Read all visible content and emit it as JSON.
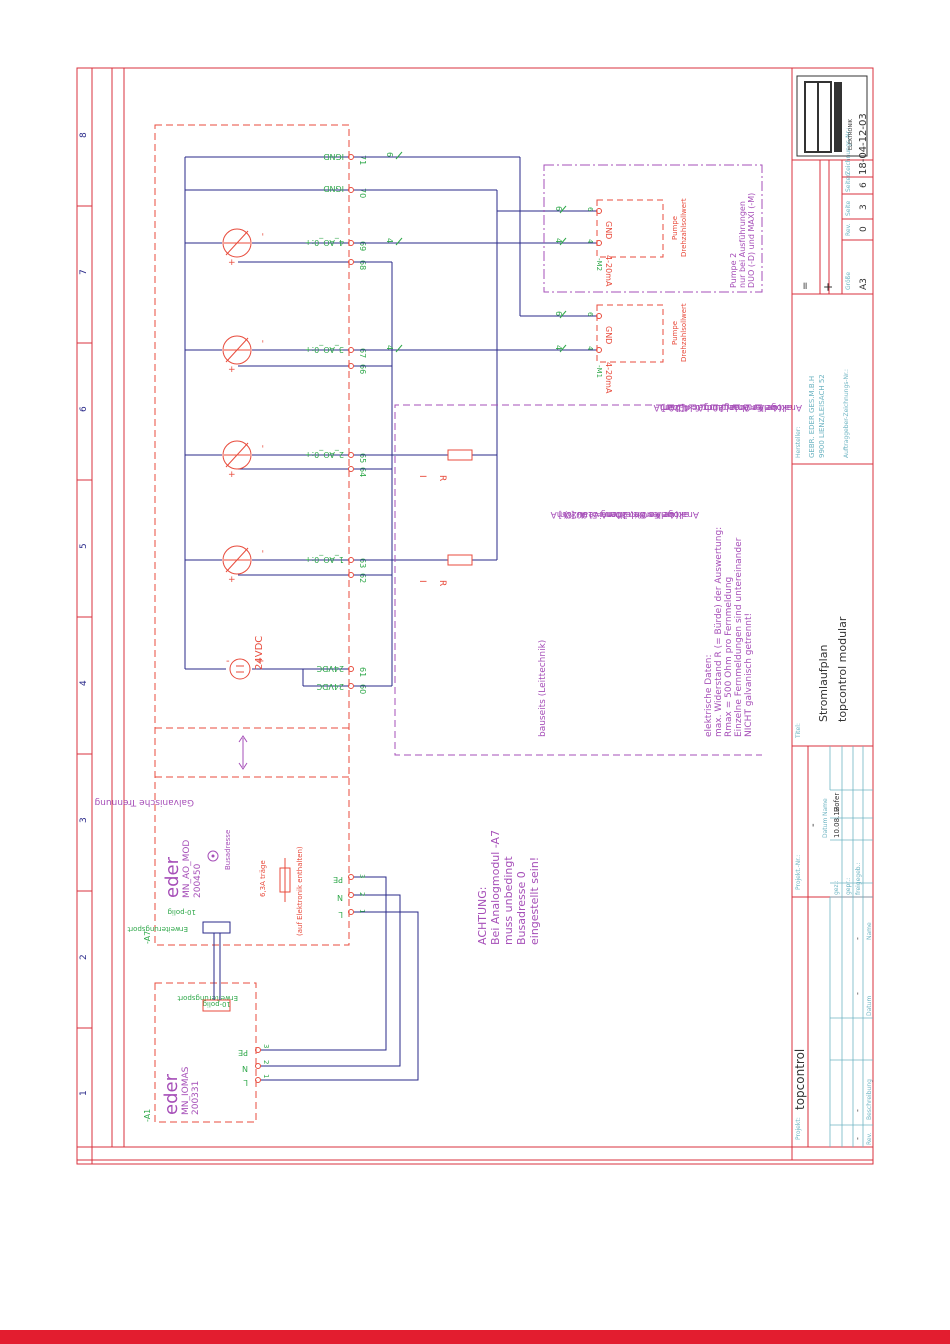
{
  "colors": {
    "border": "#d8323c",
    "module": "#e84b3c",
    "wire": "#2a2a8a",
    "label_green": "#2fa84a",
    "magenta": "#a64fb8",
    "cyan": "#6fb5c3",
    "footer": "#e31d2f"
  },
  "columns": [
    "1",
    "2",
    "3",
    "4",
    "5",
    "6",
    "7",
    "8"
  ],
  "modules": {
    "a1": {
      "ref": "-A1",
      "brand": "eder",
      "model": "MN_IOMAS",
      "number": "200331",
      "port": "Erweiterungsport",
      "port_pins": "10-polig",
      "pins": [
        "L",
        "N",
        "PE"
      ],
      "pin_numbers": [
        "1",
        "2",
        "3"
      ]
    },
    "a7": {
      "ref": "-A7",
      "brand": "eder",
      "model": "MN_AO_MOD",
      "number": "200450",
      "busaddr": "Busadresse",
      "port": "Erweiterungsport",
      "port_pins": "10-polig",
      "fuse": "6,3A träge",
      "fuse_note": "(auf Elektronik enthalten)",
      "pins": [
        "L",
        "N",
        "PE"
      ],
      "pin_numbers": [
        "1",
        "2",
        "3"
      ]
    }
  },
  "separation": "Galvanische Trennung",
  "supply": {
    "label": "24VDC",
    "minus": "-",
    "plus": "+"
  },
  "terminals": [
    {
      "no": "60",
      "label": "24VDC"
    },
    {
      "no": "61",
      "label": "24VDC"
    },
    {
      "no": "62",
      "label": ""
    },
    {
      "no": "63",
      "label": "1_AO_0:+"
    },
    {
      "no": "64",
      "label": ""
    },
    {
      "no": "65",
      "label": "2_AO_0:+"
    },
    {
      "no": "66",
      "label": ""
    },
    {
      "no": "67",
      "label": "3_AO_0:+"
    },
    {
      "no": "68",
      "label": ""
    },
    {
      "no": "69",
      "label": "4_AO_0:+"
    },
    {
      "no": "70",
      "label": "IGND"
    },
    {
      "no": "71",
      "label": "IGND"
    }
  ],
  "source_markers": {
    "i": "I",
    "plus": "+",
    "minus": "-"
  },
  "resistor": {
    "label": "R",
    "i": "I"
  },
  "wire_numbers": {
    "four": "4",
    "six": "6"
  },
  "fm5": {
    "line1": "Analoge Fernmeldung 5: 4-20mA",
    "line2": "aktuelles Behälterniveau [%]",
    "line3": "(4mA=0%, 20mA=100%)"
  },
  "fm6": {
    "line1": "Analoge Fernmeldung 6: 4-20mA",
    "line2": "aktueller Anlagendruck [bar]",
    "line3": "(4mA=0bar, 20mA=40bar)"
  },
  "elec": {
    "line1": "elektrische Daten:",
    "line2": "max. Widerstand R (= Bürde) der Auswertung:",
    "line3": "Rmax = 500 Ohm pro Fernmeldung",
    "line4": "Einzelne Fernmeldungen sind untereinander",
    "line5": "NICHT galvanisch getrennt!"
  },
  "bauseits": "bauseits (Leittechnik)",
  "pumps": [
    {
      "ref": "-M1",
      "a": "4-20mA",
      "b": "GND",
      "title": "Pumpe",
      "subtitle": "Drehzahlsollwert",
      "pin_a": "4",
      "pin_b": "6"
    },
    {
      "ref": "-M2",
      "a": "4-20mA",
      "b": "GND",
      "title": "Pumpe",
      "subtitle": "Drehzahlsollwert",
      "pin_a": "4",
      "pin_b": "6"
    }
  ],
  "pump2_note": {
    "line1": "Pumpe 2",
    "line2": "nur bei Ausführungen",
    "line3": "DUO (-D) und MAXI (-M)"
  },
  "achtung": {
    "line1": "ACHTUNG:",
    "line2": "Bei Analogmodul -A7",
    "line3": "muss unbedingt",
    "line4": "Busadresse 0",
    "line5": "eingestellt sein!"
  },
  "title_block": {
    "projekt_label": "Projekt:",
    "projekt": "topcontrol",
    "projekt_nr_label": "Projekt.-Nr.:",
    "projekt_nr": "-",
    "titel_label": "Titel:",
    "titel1": "Stromlaufplan",
    "titel2": "topcontrol modular",
    "hersteller_label": "Hersteller:",
    "hersteller1": "GEBR. EDER GES.M.B.H",
    "hersteller2": "9900 LIENZ/LEISACH 52",
    "auftraggeber_label": "Auftraggeber-Zeichnungs-Nr.:",
    "eq": "=",
    "plus": "+",
    "groesse_label": "Größe",
    "groesse": "A3",
    "rev_label": "Rev.",
    "rev": "0",
    "seite_label": "Seite",
    "seite": "3",
    "seiten_label": "Seiten",
    "seiten": "6",
    "zeichnungs_label": "Zeichnungs-Nr.:",
    "zeichnungs": "18-04-12-03",
    "gez_label": "gez.:",
    "gepr_label": "gepr.:",
    "freigeb_label": "freigegeb.:",
    "datum_label": "Datum",
    "name_label": "Name",
    "gez_datum": "10.08.12",
    "gez_name": "Hofer",
    "rev_col": "Rev.",
    "beschreibung_col": "Beschreibung",
    "rev_dash": "-",
    "desc_dash": "-",
    "datum_dash": "-",
    "name_dash": "-",
    "logo_text": "eder",
    "logo_sub": "ELEKTRONIK"
  }
}
